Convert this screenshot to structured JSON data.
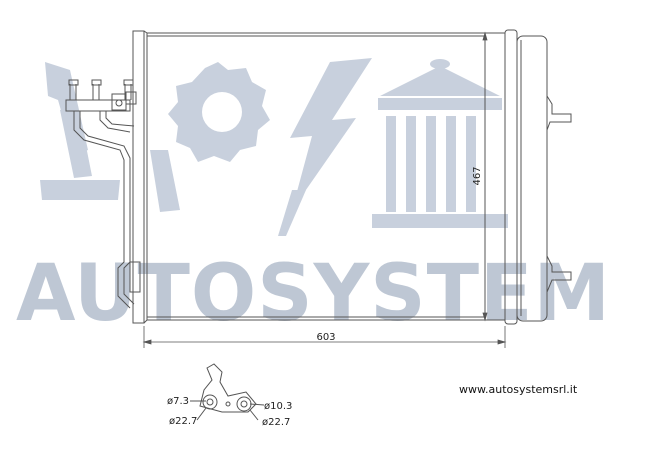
{
  "watermark": {
    "brand_text": "AUTOSYSTEM",
    "color": "#b8c2d0",
    "emblem_icons": [
      "tools-icon",
      "gear-icon",
      "lightning-icon",
      "temple-icon"
    ]
  },
  "drawing": {
    "line_color": "#555555",
    "width_label": "603",
    "height_label": "467"
  },
  "fittings": {
    "labels": {
      "left_small": "ø7.3",
      "left_large": "ø22.7",
      "right_small": "ø10.3",
      "right_large": "ø22.7"
    }
  },
  "footer": {
    "website": "www.autosystemsrl.it"
  }
}
